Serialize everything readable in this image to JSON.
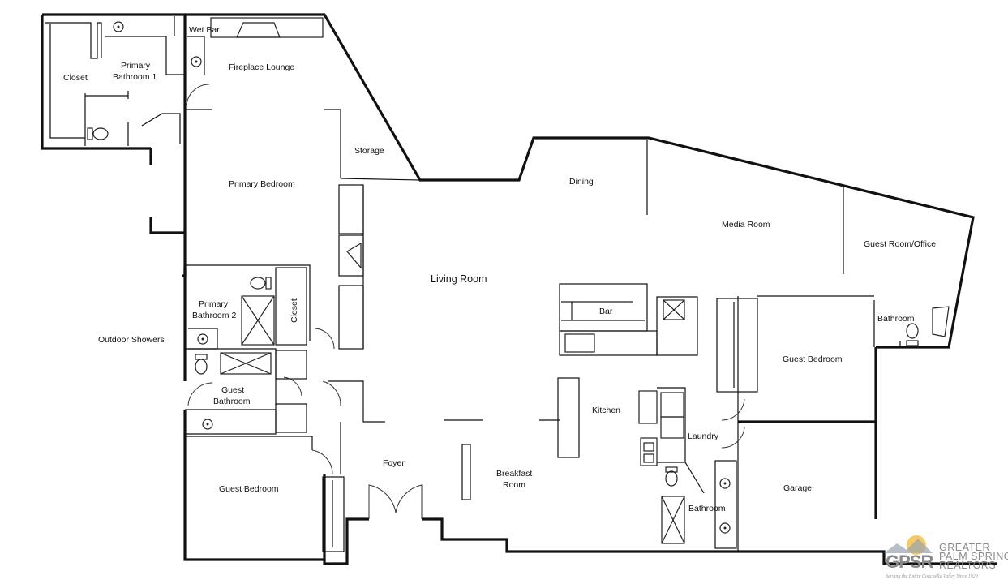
{
  "rooms": {
    "wet_bar": "Wet Bar",
    "closet": "Closet",
    "primary_bath1_l1": "Primary",
    "primary_bath1_l2": "Bathroom 1",
    "fireplace_lounge": "Fireplace Lounge",
    "storage": "Storage",
    "dining": "Dining",
    "media_room": "Media Room",
    "guest_room_office": "Guest Room/Office",
    "primary_bedroom": "Primary Bedroom",
    "living_room": "Living Room",
    "bar": "Bar",
    "primary_bath2_l1": "Primary",
    "primary_bath2_l2": "Bathroom 2",
    "closet_vertical": "Closet",
    "outdoor_showers": "Outdoor Showers",
    "bathroom_east": "Bathroom",
    "guest_bedroom_east": "Guest Bedroom",
    "guest_bath_l1": "Guest",
    "guest_bath_l2": "Bathroom",
    "kitchen": "Kitchen",
    "laundry": "Laundry",
    "foyer": "Foyer",
    "breakfast_l1": "Breakfast",
    "breakfast_l2": "Room",
    "guest_bedroom_west": "Guest Bedroom",
    "garage": "Garage",
    "bathroom_south": "Bathroom"
  },
  "logo": {
    "mark": "GPSR",
    "line1": "GREATER",
    "line2": "PALM SPRINGS",
    "line3": "REALTORS",
    "tagline": "Serving the Entire Coachella Valley Since 1929",
    "sun_color": "#f2c14e"
  }
}
